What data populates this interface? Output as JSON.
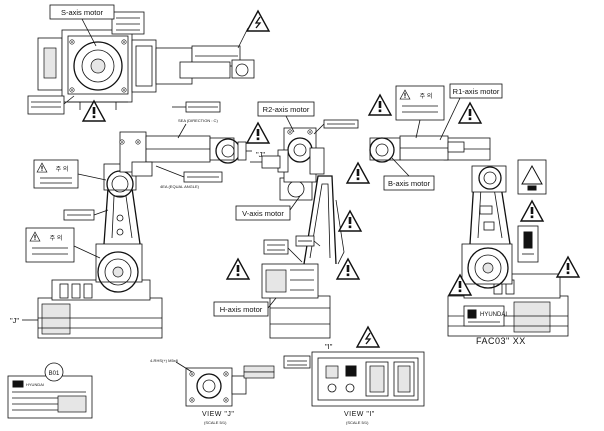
{
  "callouts": {
    "s_axis": "S-axis motor",
    "r2_axis": "R2-axis motor",
    "r1_axis": "R1-axis motor",
    "b_axis": "B-axis motor",
    "v_axis": "V-axis motor",
    "h_axis": "H-axis motor"
  },
  "notes": {
    "sea_direction": "SEA (DIRECTION : C)",
    "sea_rotation": "4EA (EQUAL ANGLE)",
    "tapped_holes": "4-RHS(+) M5x8",
    "id_plate_marker": "B01"
  },
  "views": {
    "view_j": "VIEW \"J\"",
    "view_j_scale": "(SCALE 5/1)",
    "view_i": "VIEW \"I\"",
    "view_i_scale": "(SCALE 5/1)"
  },
  "markers": {
    "j_left": "\"J\"",
    "j_right": "\"J\"",
    "i_mid": "\"I\""
  },
  "plates": {
    "caution": "주 의",
    "brand": "HYUNDAI"
  },
  "drawing_code": "FAC03\" XX"
}
